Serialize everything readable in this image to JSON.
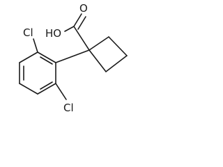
{
  "molecule": {
    "labels": {
      "cl_top": "Cl",
      "cl_bottom": "Cl",
      "hydroxyl": "HO",
      "carbonyl_o": "O"
    },
    "colors": {
      "ink": "#1a1a1a",
      "background": "#ffffff"
    }
  }
}
